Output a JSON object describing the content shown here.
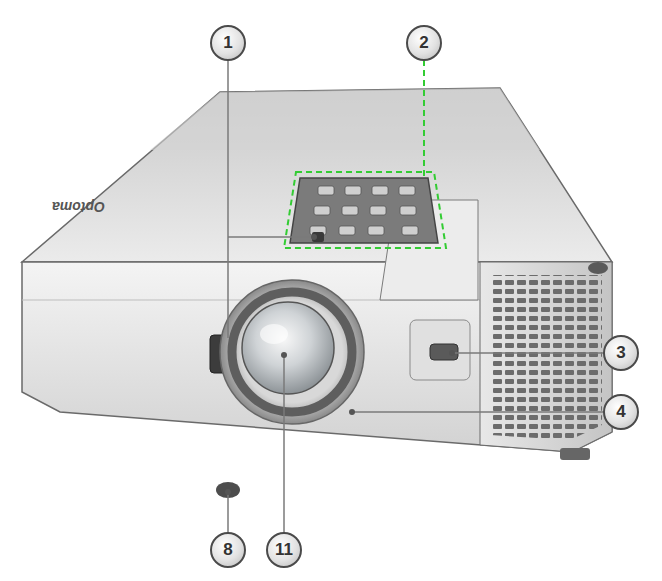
{
  "diagram": {
    "labels": [
      "1",
      "2",
      "3",
      "4",
      "8",
      "11",
      "Optoma"
    ]
  }
}
